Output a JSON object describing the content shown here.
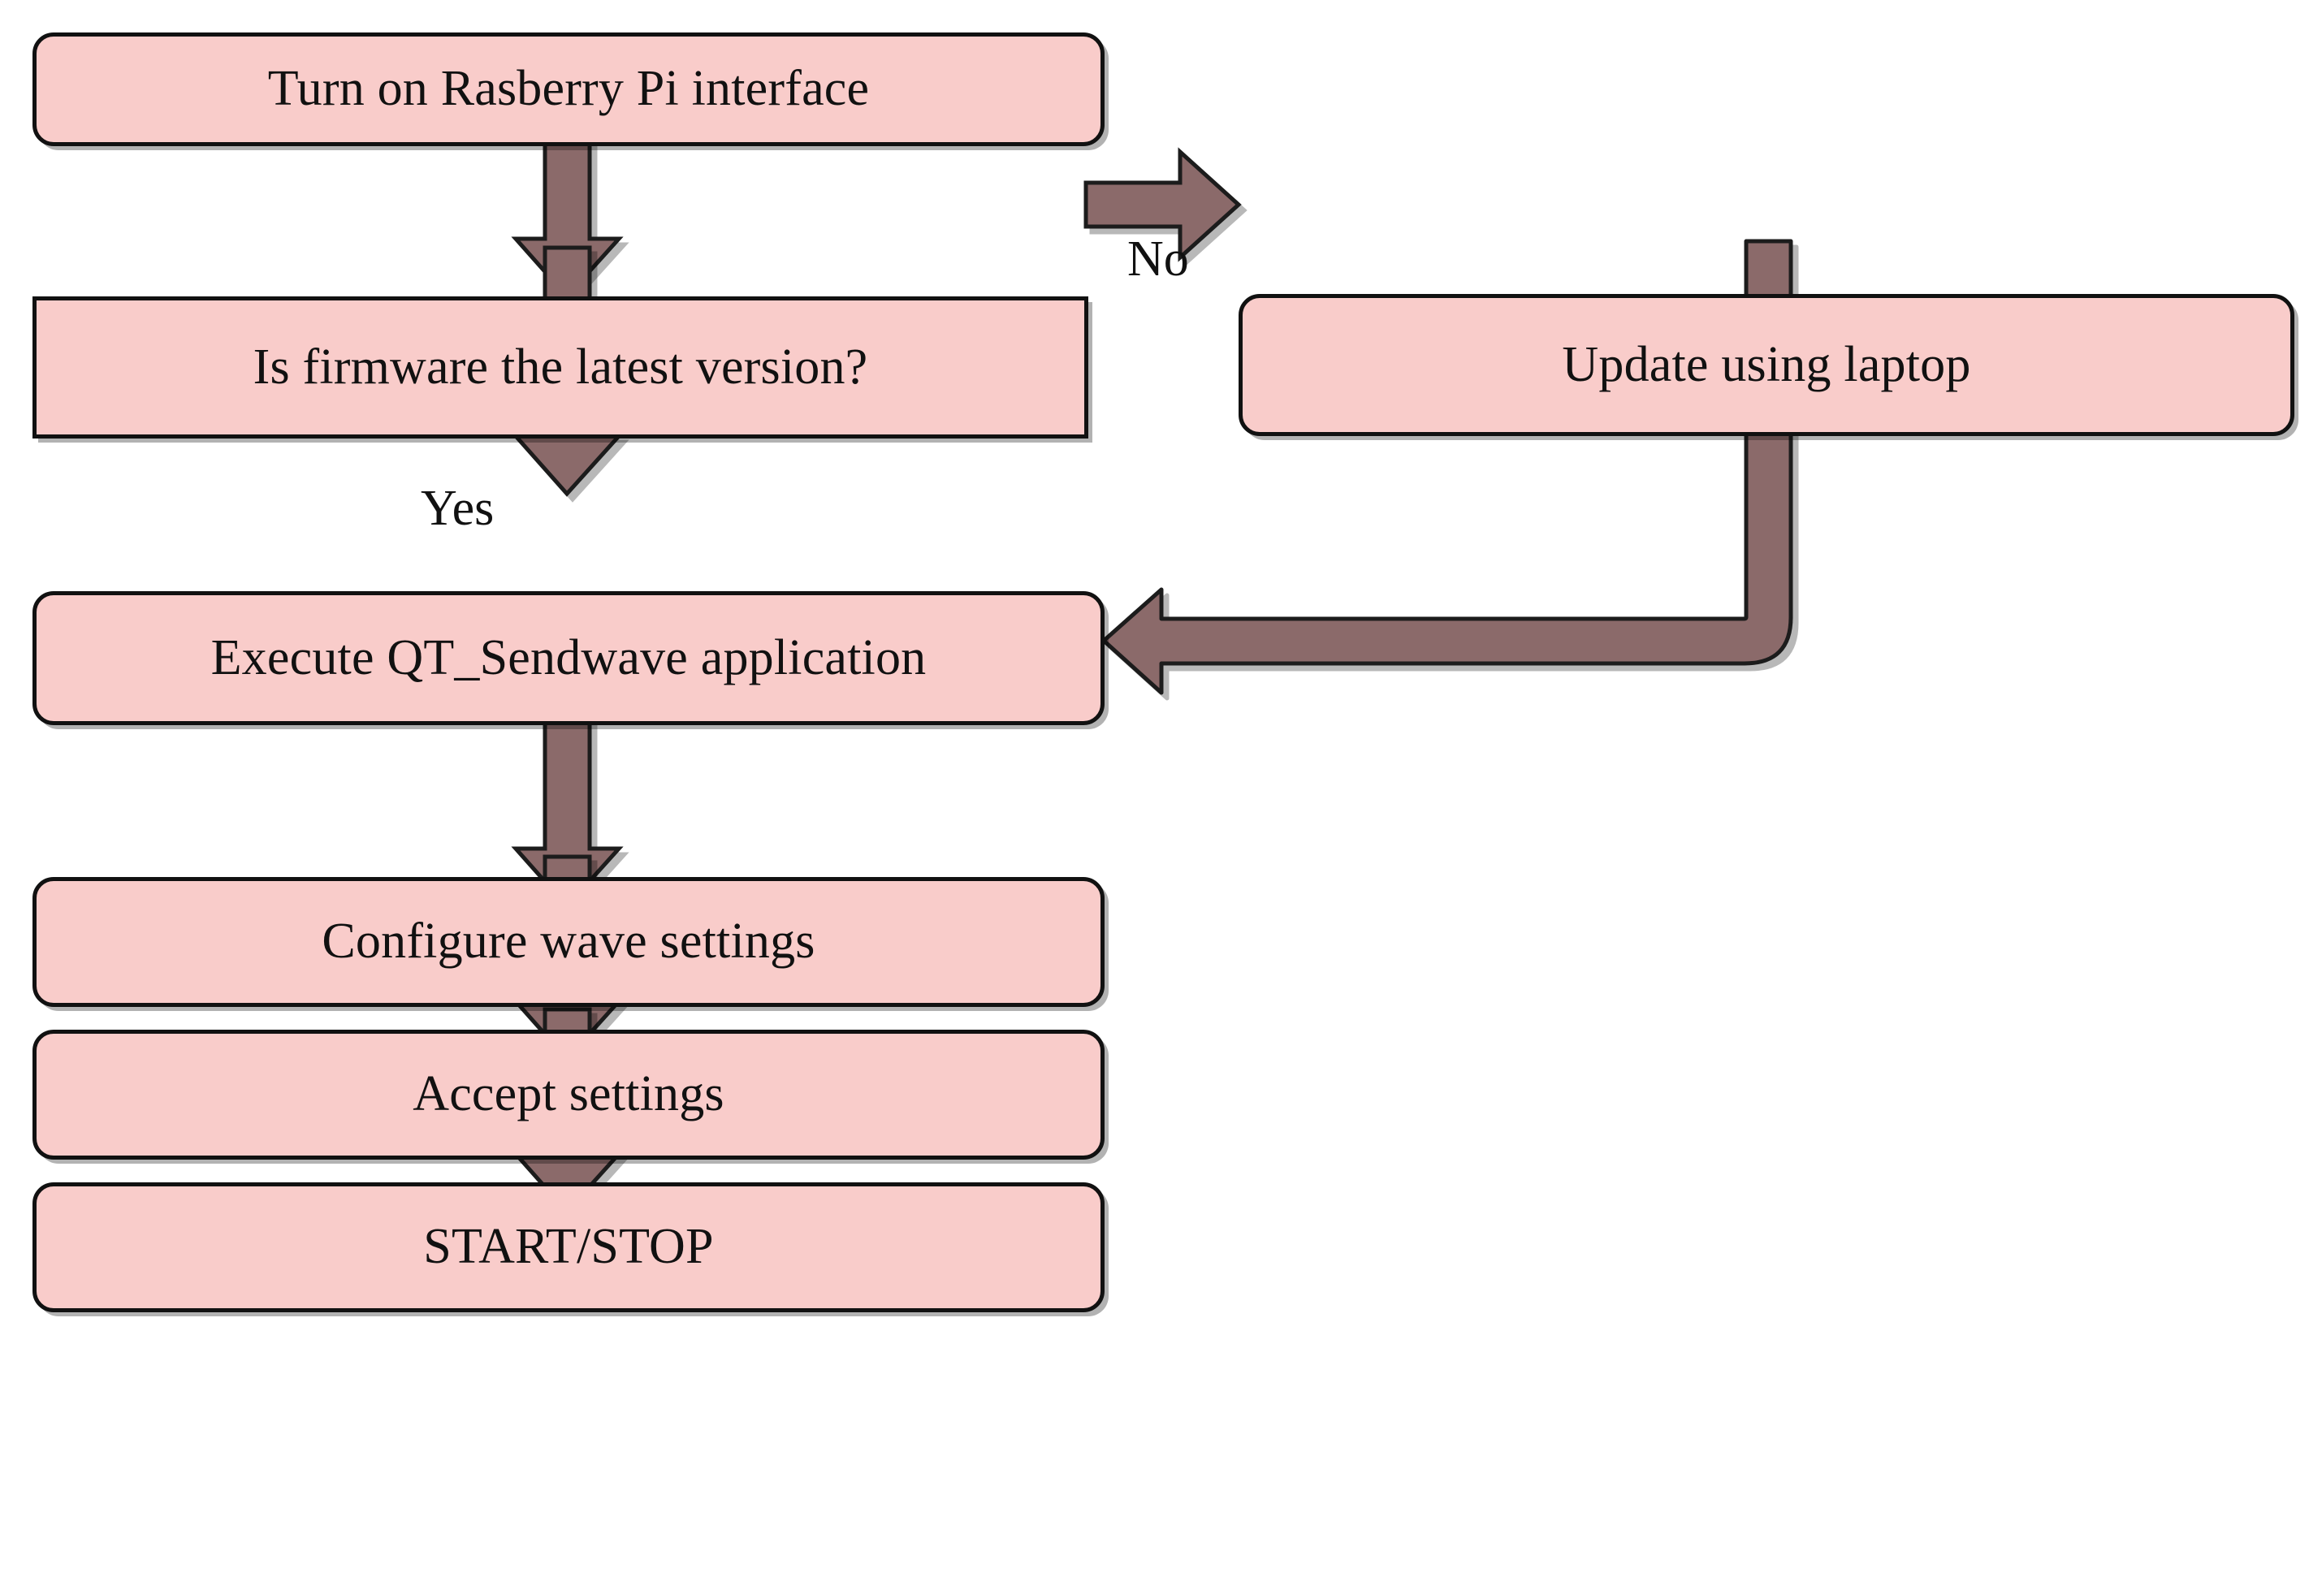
{
  "diagram": {
    "title": "Rasberry Pi wave-generation operating procedure flowchart",
    "type": "flowchart",
    "colors": {
      "node_fill": "#f9ccca",
      "node_border": "#111111",
      "arrow_fill": "#8b6a6a",
      "arrow_stroke": "#1a1a1a",
      "background": "#ffffff",
      "text": "#111111"
    },
    "nodes": [
      {
        "id": "n1",
        "label": "Turn on Rasberry Pi interface",
        "shape": "rounded-rectangle"
      },
      {
        "id": "n2",
        "label": "Is firmware the latest version?",
        "shape": "rectangle"
      },
      {
        "id": "n3",
        "label": "Update using laptop",
        "shape": "rounded-rectangle"
      },
      {
        "id": "n4",
        "label": "Execute QT_Sendwave application",
        "shape": "rounded-rectangle"
      },
      {
        "id": "n5",
        "label": "Configure wave settings",
        "shape": "rounded-rectangle"
      },
      {
        "id": "n6",
        "label": "Accept settings",
        "shape": "rounded-rectangle"
      },
      {
        "id": "n7",
        "label": "START/STOP",
        "shape": "rounded-rectangle"
      }
    ],
    "edges": [
      {
        "id": "e1",
        "from": "n1",
        "to": "n2",
        "label": "",
        "direction": "down"
      },
      {
        "id": "e2",
        "from": "n2",
        "to": "n3",
        "label": "No",
        "direction": "right"
      },
      {
        "id": "e3",
        "from": "n2",
        "to": "n4",
        "label": "Yes",
        "direction": "down"
      },
      {
        "id": "e4",
        "from": "n3",
        "to": "n4",
        "label": "",
        "direction": "down-then-left"
      },
      {
        "id": "e5",
        "from": "n4",
        "to": "n5",
        "label": "",
        "direction": "down"
      },
      {
        "id": "e6",
        "from": "n5",
        "to": "n6",
        "label": "",
        "direction": "down"
      },
      {
        "id": "e7",
        "from": "n6",
        "to": "n7",
        "label": "",
        "direction": "down"
      }
    ],
    "edge_labels": {
      "no": "No",
      "yes": "Yes"
    }
  }
}
